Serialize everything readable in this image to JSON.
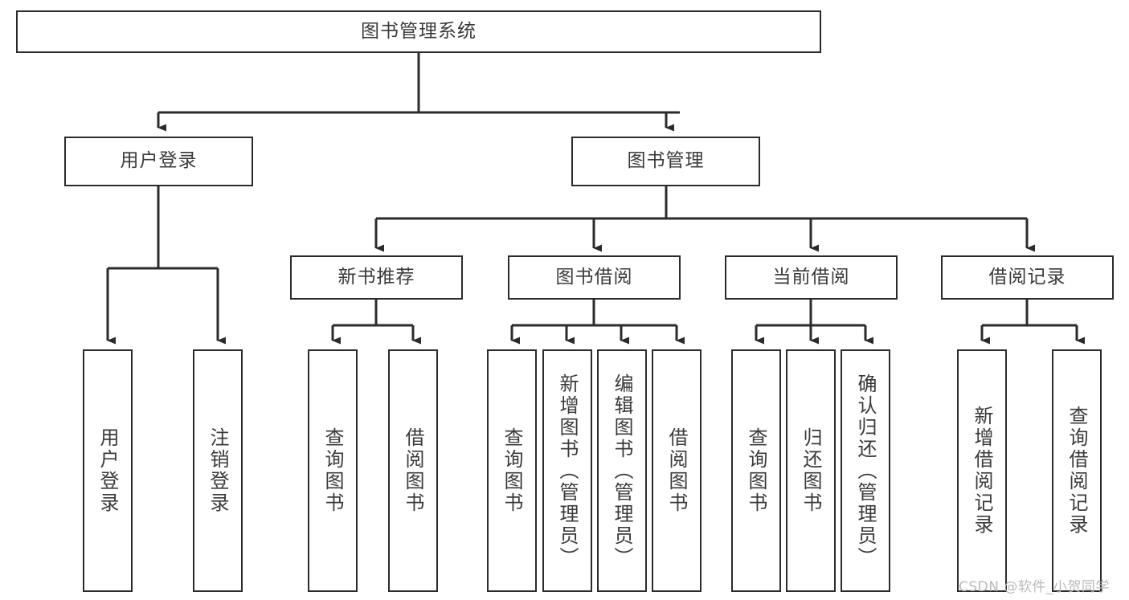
{
  "diagram": {
    "type": "tree-hierarchy",
    "title": "图书管理系统",
    "stroke_color": "#2b2b2b",
    "text_color": "#3a3a3a",
    "background_color": "#ffffff",
    "nodes": {
      "root": {
        "label": "图书管理系统",
        "orientation": "horizontal"
      },
      "l2": [
        {
          "id": "user-login",
          "label": "用户登录",
          "orientation": "horizontal"
        },
        {
          "id": "book-manage",
          "label": "图书管理",
          "orientation": "horizontal"
        }
      ],
      "l3": [
        {
          "id": "new-book-recommend",
          "label": "新书推荐",
          "orientation": "horizontal"
        },
        {
          "id": "book-borrow",
          "label": "图书借阅",
          "orientation": "horizontal"
        },
        {
          "id": "current-borrow",
          "label": "当前借阅",
          "orientation": "horizontal"
        },
        {
          "id": "borrow-record",
          "label": "借阅记录",
          "orientation": "horizontal"
        }
      ],
      "leaves": [
        {
          "id": "leaf-user-login",
          "label": "用户登录",
          "parent": "user-login"
        },
        {
          "id": "leaf-logout-login",
          "label": "注销登录",
          "parent": "user-login"
        },
        {
          "id": "leaf-query-book-1",
          "label": "查询图书",
          "parent": "new-book-recommend"
        },
        {
          "id": "leaf-borrow-book-1",
          "label": "借阅图书",
          "parent": "new-book-recommend"
        },
        {
          "id": "leaf-query-book-2",
          "label": "查询图书",
          "parent": "book-borrow"
        },
        {
          "id": "leaf-add-book",
          "label": "新增图书（管理员）",
          "parent": "book-borrow"
        },
        {
          "id": "leaf-edit-book",
          "label": "编辑图书（管理员）",
          "parent": "book-borrow"
        },
        {
          "id": "leaf-borrow-book-2",
          "label": "借阅图书",
          "parent": "book-borrow"
        },
        {
          "id": "leaf-query-book-3",
          "label": "查询图书",
          "parent": "current-borrow"
        },
        {
          "id": "leaf-return-book",
          "label": "归还图书",
          "parent": "current-borrow"
        },
        {
          "id": "leaf-confirm-return",
          "label": "确认归还（管理员）",
          "parent": "current-borrow"
        },
        {
          "id": "leaf-add-record",
          "label": "新增借阅记录",
          "parent": "borrow-record"
        },
        {
          "id": "leaf-query-record",
          "label": "查询借阅记录",
          "parent": "borrow-record"
        }
      ]
    }
  },
  "watermark": {
    "text": "CSDN @软件_小贺同学"
  }
}
